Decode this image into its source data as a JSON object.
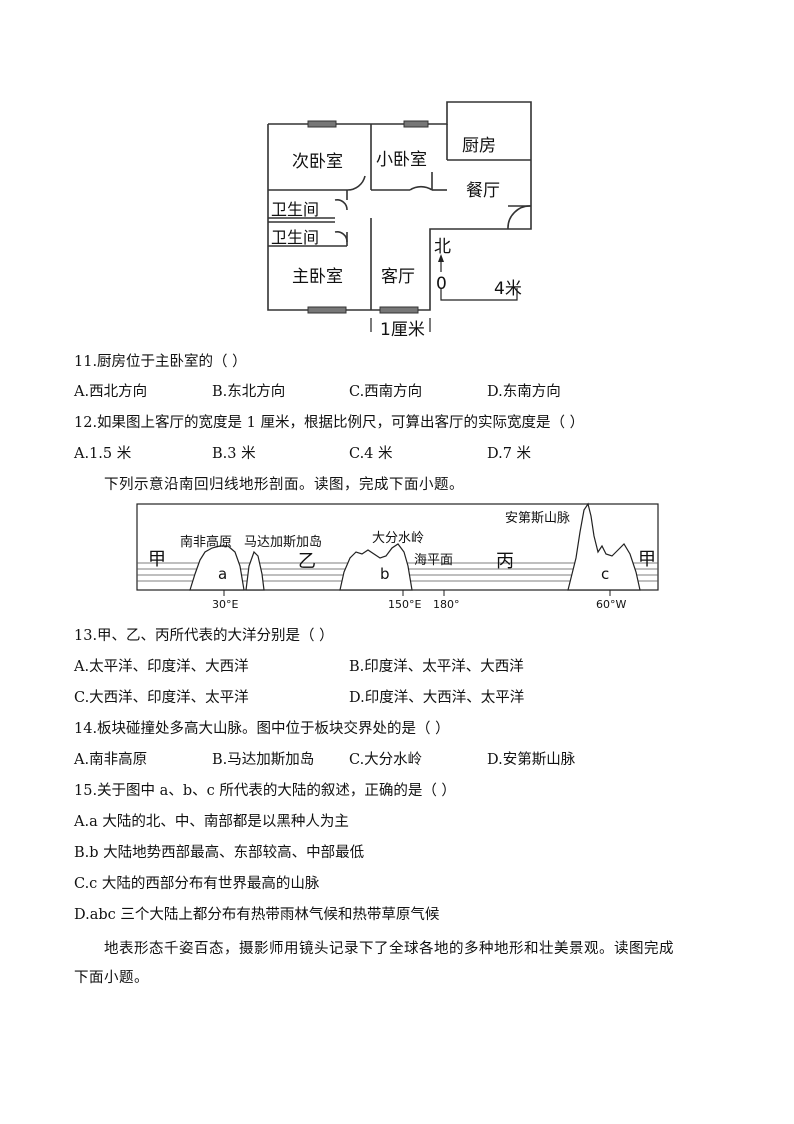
{
  "floorplan": {
    "rooms": {
      "second_bedroom": "次卧室",
      "small_bedroom": "小卧室",
      "kitchen": "厨房",
      "dining": "餐厅",
      "bathroom1": "卫生间",
      "bathroom2": "卫生间",
      "master_bedroom": "主卧室",
      "living_room": "客厅"
    },
    "north_label": "北",
    "scale_zero": "0",
    "scale_end": "4米",
    "measure_label": "1厘米"
  },
  "q11": {
    "stem": "11.厨房位于主卧室的（    ）",
    "options": [
      "A.西北方向",
      "B.东北方向",
      "C.西南方向",
      "D.东南方向"
    ]
  },
  "q12": {
    "stem": "12.如果图上客厅的宽度是 1 厘米，根据比例尺，可算出客厅的实际宽度是（    ）",
    "options": [
      "A.1.5 米",
      "B.3 米",
      "C.4 米",
      "D.7 米"
    ]
  },
  "intro1": "下列示意沿南回归线地形剖面。读图，完成下面小题。",
  "profile": {
    "labels": {
      "jia_left": "甲",
      "south_africa": "南非高原",
      "madagascar": "马达加斯加岛",
      "yi": "乙",
      "great_dividing": "大分水岭",
      "sea_level": "海平面",
      "bing": "丙",
      "andes": "安第斯山脉",
      "jia_right": "甲",
      "a": "a",
      "b": "b",
      "c": "c"
    },
    "ticks": [
      "30°E",
      "150°E",
      "180°",
      "60°W"
    ]
  },
  "q13": {
    "stem": "13.甲、乙、丙所代表的大洋分别是（    ）",
    "options": [
      "A.太平洋、印度洋、大西洋",
      "B.印度洋、太平洋、大西洋",
      "C.大西洋、印度洋、太平洋",
      "D.印度洋、大西洋、太平洋"
    ]
  },
  "q14": {
    "stem": "14.板块碰撞处多高大山脉。图中位于板块交界处的是（    ）",
    "options": [
      "A.南非高原",
      "B.马达加斯加岛",
      "C.大分水岭",
      "D.安第斯山脉"
    ]
  },
  "q15": {
    "stem": "15.关于图中 a、b、c 所代表的大陆的叙述，正确的是（    ）",
    "options": [
      "A.a 大陆的北、中、南部都是以黑种人为主",
      "B.b 大陆地势西部最高、东部较高、中部最低",
      "C.c 大陆的西部分布有世界最高的山脉",
      "D.abc 三个大陆上都分布有热带雨林气候和热带草原气候"
    ]
  },
  "intro2": {
    "line1": "地表形态千姿百态，摄影师用镜头记录下了全球各地的多种地形和壮美景观。读图完成",
    "line2": "下面小题。"
  }
}
